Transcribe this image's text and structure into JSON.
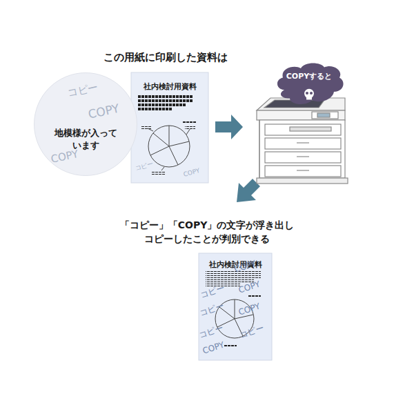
{
  "diagram": {
    "title": "この用紙に印刷した資料は",
    "nodes": [
      {
        "text": [
          "地模様が入って います"
        ]
      },
      {
        "text": [
          "社内検討用資料"
        ]
      },
      {
        "text": [
          "COPYすると"
        ]
      },
      {
        "text": [
          "社内検討用資料"
        ]
      }
    ],
    "labels": [
      "「コピー」「COPY」の文字が浮き出し コピーしたことが判別できる",
      "コピー",
      "COPY",
      "COPY",
      "コピー",
      "COPY",
      "COPY",
      "コピー",
      "COPY",
      "コピー",
      "COPY",
      "コピー",
      "コピー",
      "COPY"
    ]
  }
}
